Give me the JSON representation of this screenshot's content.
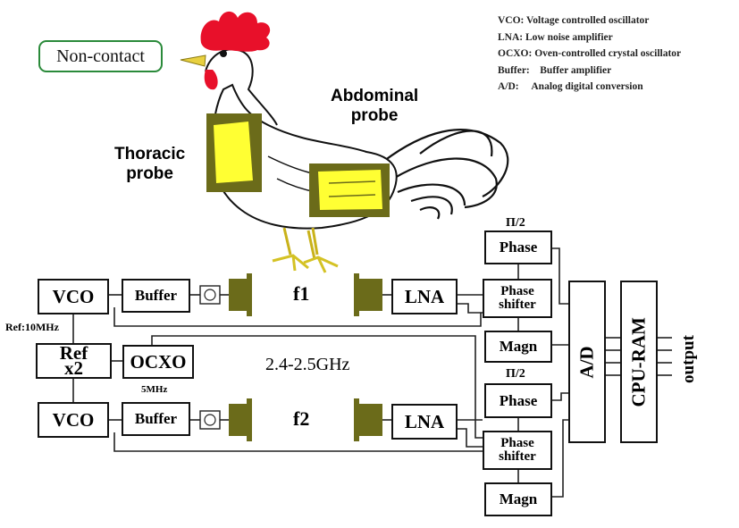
{
  "badge": "Non-contact",
  "legend": [
    "VCO: Voltage controlled oscillator",
    "LNA: Low noise amplifier",
    "OCXO: Oven-controlled crystal oscillator",
    "Buffer:    Buffer amplifier",
    "A/D:     Analog digital conversion"
  ],
  "probes": {
    "abdominal": [
      "Abdominal",
      "probe"
    ],
    "thoracic": [
      "Thoracic",
      "probe"
    ]
  },
  "blocks": {
    "vco": "VCO",
    "buffer": "Buffer",
    "lna": "LNA",
    "ref": [
      "Ref",
      "x2"
    ],
    "ocxo": "OCXO",
    "phase": "Phase",
    "shifter": [
      "Phase",
      "shifter"
    ],
    "magn": "Magn",
    "ad": "A/D",
    "cpu": "CPU-RAM"
  },
  "labels": {
    "ref_freq": "Ref:10MHz",
    "ocxo_freq": "5MHz",
    "band": "2.4-2.5GHz",
    "f1": "f1",
    "f2": "f2",
    "pi_half": "Π/2",
    "output": "output"
  },
  "colors": {
    "probe_fill": "#ffff33",
    "probe_frame": "#6b6b1a",
    "antenna": "#6b6b1a",
    "comb": "#e8102a",
    "beak": "#e8d040",
    "badge_border": "#2a8a3a"
  }
}
